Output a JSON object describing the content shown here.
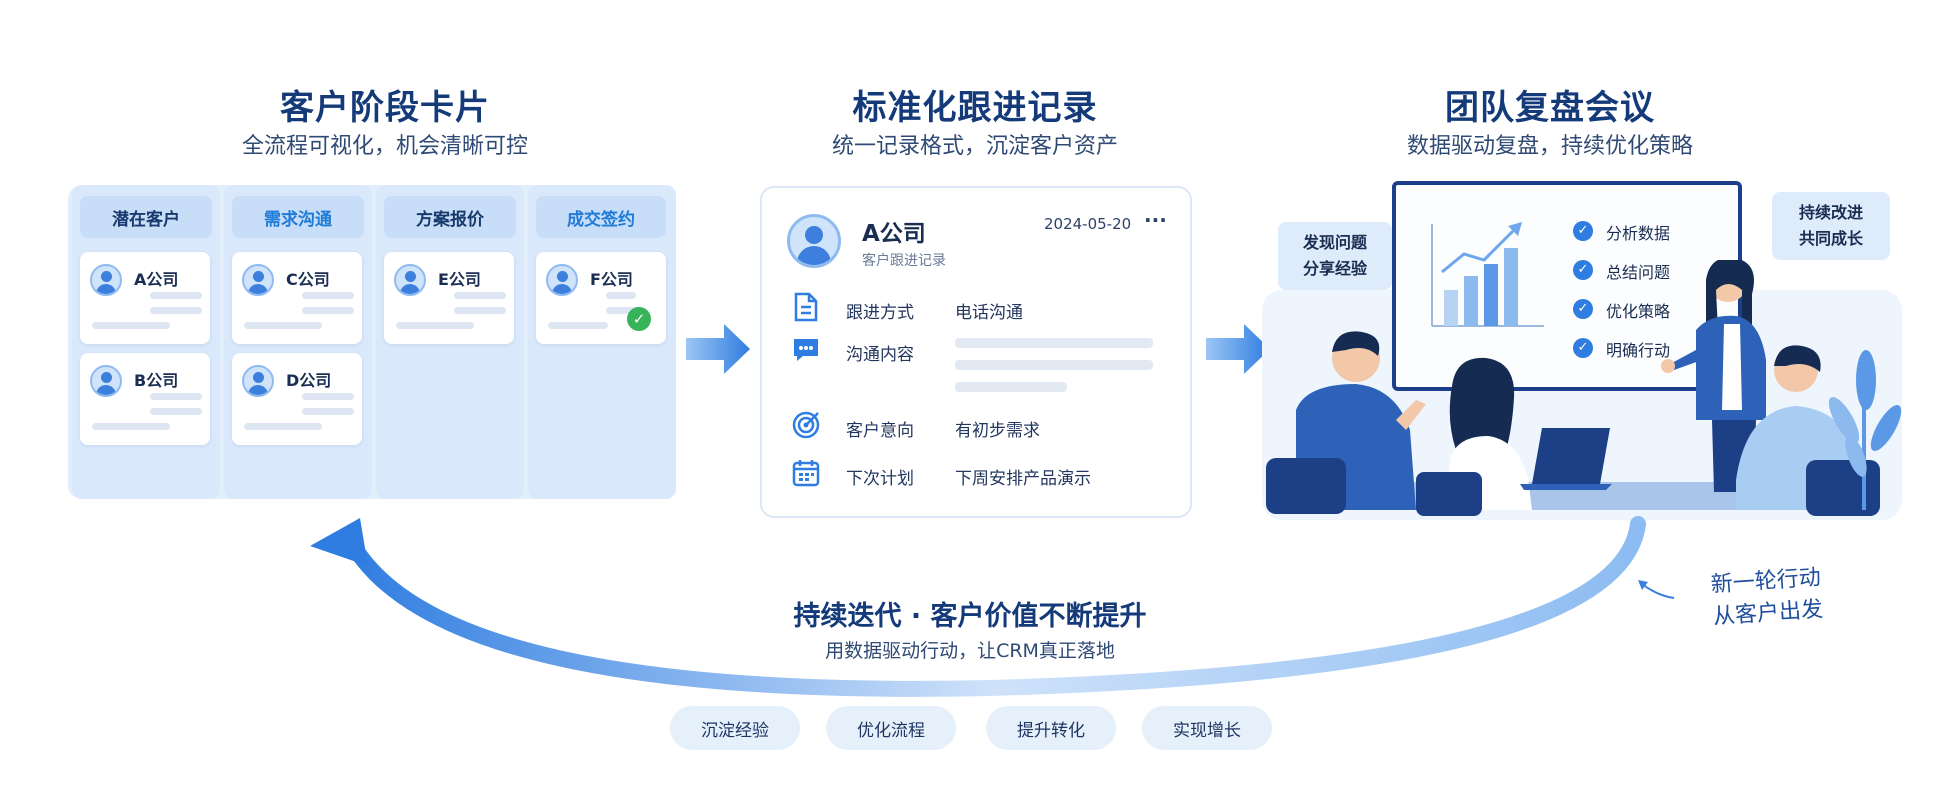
{
  "sections": [
    {
      "title": "客户阶段卡片",
      "subtitle": "全流程可视化，机会清晰可控"
    },
    {
      "title": "标准化跟进记录",
      "subtitle": "统一记录格式，沉淀客户资产"
    },
    {
      "title": "团队复盘会议",
      "subtitle": "数据驱动复盘，持续优化策略"
    }
  ],
  "kanban": {
    "columns": [
      {
        "label": "潜在客户",
        "cards": [
          "A公司",
          "B公司"
        ]
      },
      {
        "label": "需求沟通",
        "cards": [
          "C公司",
          "D公司"
        ]
      },
      {
        "label": "方案报价",
        "cards": [
          "E公司"
        ]
      },
      {
        "label": "成交签约",
        "cards": [
          "F公司"
        ]
      }
    ]
  },
  "record": {
    "company": "A公司",
    "subtitle": "客户跟进记录",
    "date": "2024-05-20",
    "more": "···",
    "rows": [
      {
        "icon": "document-icon",
        "label": "跟进方式",
        "value": "电话沟通"
      },
      {
        "icon": "chat-icon",
        "label": "沟通内容",
        "value": ""
      },
      {
        "icon": "target-icon",
        "label": "客户意向",
        "value": "有初步需求"
      },
      {
        "icon": "calendar-icon",
        "label": "下次计划",
        "value": "下周安排产品演示"
      }
    ]
  },
  "meeting": {
    "bubble_left": [
      "发现问题",
      "分享经验"
    ],
    "bubble_right": [
      "持续改进",
      "共同成长"
    ],
    "checklist": [
      "分析数据",
      "总结问题",
      "优化策略",
      "明确行动"
    ]
  },
  "loop": {
    "title": "持续迭代 · 客户价值不断提升",
    "subtitle": "用数据驱动行动，让CRM真正落地",
    "side_note": [
      "新一轮行动",
      "从客户出发"
    ]
  },
  "pills": [
    "沉淀经验",
    "优化流程",
    "提升转化",
    "实现增长"
  ],
  "colors": {
    "primary": "#143a7a",
    "accent": "#2f7de0",
    "light": "#e3eefb",
    "success": "#37b35a"
  }
}
